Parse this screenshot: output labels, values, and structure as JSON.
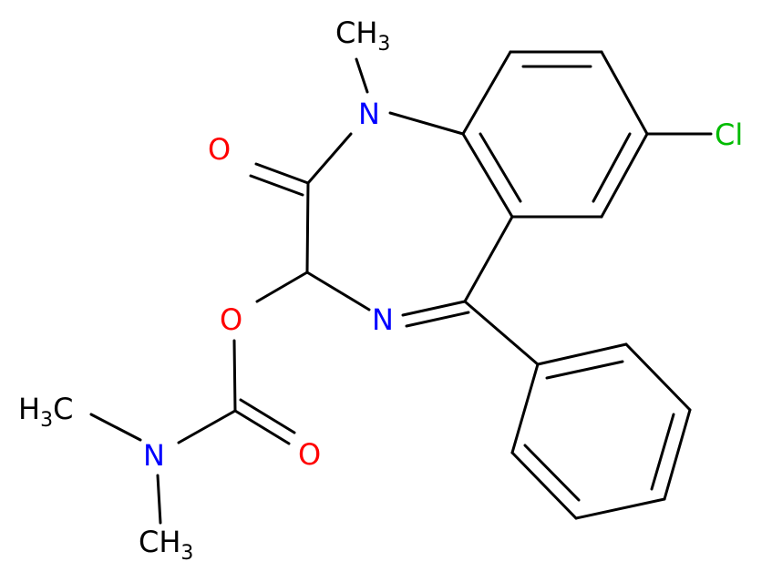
{
  "molecule": {
    "atoms": {
      "n1_methyl": {
        "symbol": "CH",
        "subscript": "3",
        "color": "#000000"
      },
      "n1": {
        "symbol": "N",
        "color": "#0000ff"
      },
      "carbonyl_o": {
        "symbol": "O",
        "color": "#ff0000"
      },
      "cl": {
        "symbol": "Cl",
        "color": "#00bb00"
      },
      "ester_o": {
        "symbol": "O",
        "color": "#ff0000"
      },
      "imine_n": {
        "symbol": "N",
        "color": "#0000ff"
      },
      "carbamate_o": {
        "symbol": "O",
        "color": "#ff0000"
      },
      "carbamate_n": {
        "symbol": "N",
        "color": "#0000ff"
      },
      "n_methyl_left": {
        "prefix": "H",
        "subscript": "3",
        "suffix": "C",
        "color": "#000000"
      },
      "n_methyl_bottom": {
        "symbol": "CH",
        "subscript": "3",
        "color": "#000000"
      }
    }
  }
}
